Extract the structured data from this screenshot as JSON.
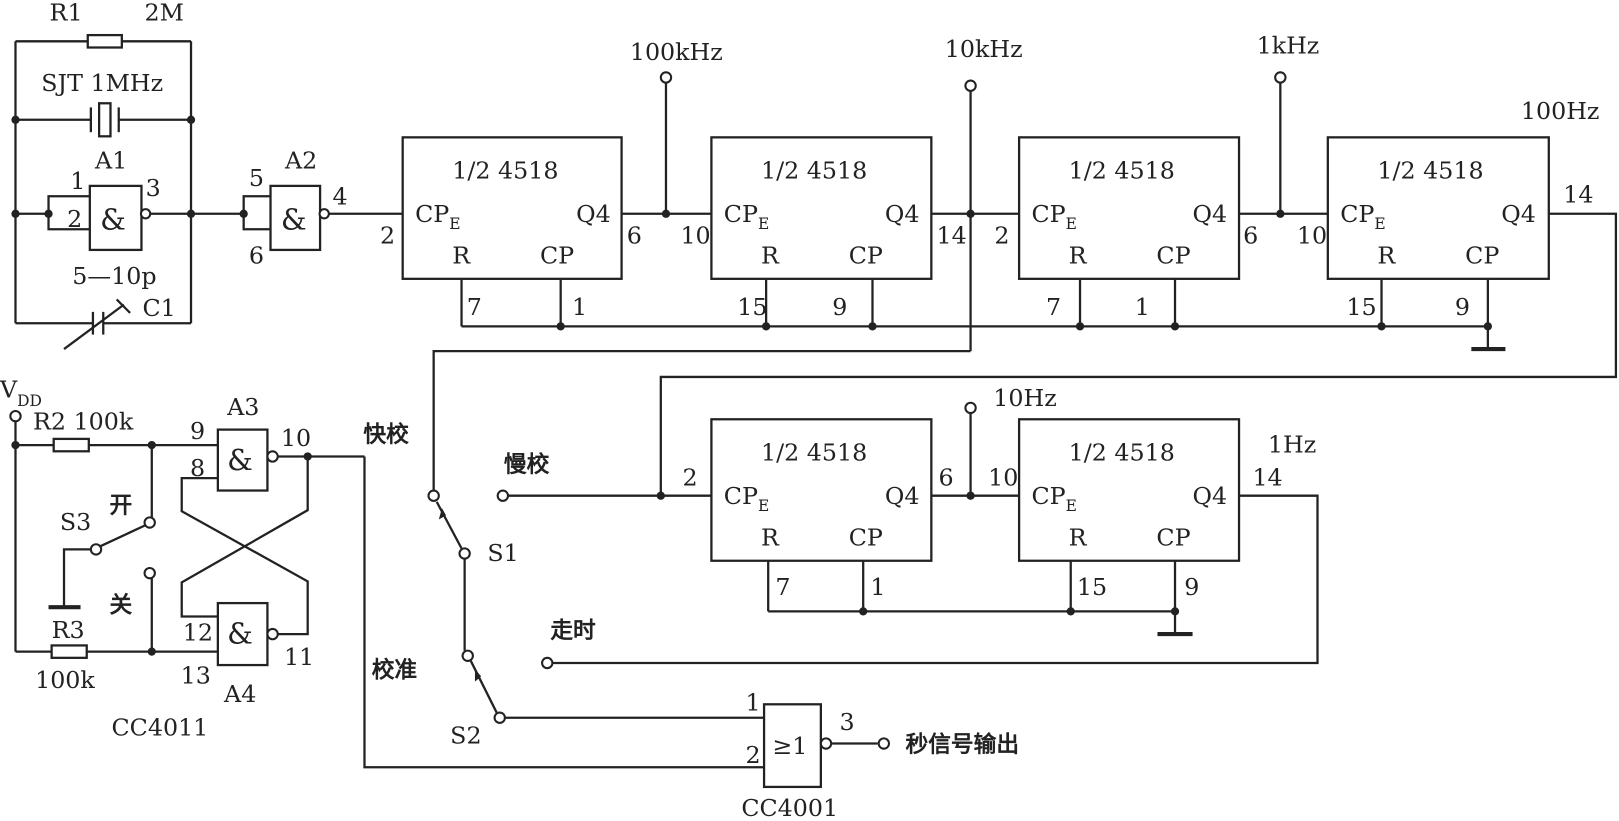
{
  "oscillator": {
    "r1": "R1",
    "r1_value": "2M",
    "crystal": "SJT 1MHz",
    "a1": "A1",
    "a1_pins": [
      "1",
      "2",
      "3"
    ],
    "gate_symbol": "&",
    "c1_value": "5—10p",
    "c1": "C1"
  },
  "a2": {
    "label": "A2",
    "pins": [
      "5",
      "6",
      "4"
    ],
    "gate_symbol": "&"
  },
  "counters": [
    {
      "title": "1/2 4518",
      "cpe": "CP",
      "cpe_sub": "E",
      "q4": "Q4",
      "r": "R",
      "cp": "CP",
      "pins": {
        "cpe": "2",
        "q4": "6",
        "r": "7",
        "cp": "1"
      }
    },
    {
      "title": "1/2 4518",
      "cpe": "CP",
      "cpe_sub": "E",
      "q4": "Q4",
      "r": "R",
      "cp": "CP",
      "pins": {
        "cpe": "10",
        "q4": "14",
        "r": "15",
        "cp": "9"
      }
    },
    {
      "title": "1/2 4518",
      "cpe": "CP",
      "cpe_sub": "E",
      "q4": "Q4",
      "r": "R",
      "cp": "CP",
      "pins": {
        "cpe": "2",
        "q4": "6",
        "r": "7",
        "cp": "1"
      }
    },
    {
      "title": "1/2 4518",
      "cpe": "CP",
      "cpe_sub": "E",
      "q4": "Q4",
      "r": "R",
      "cp": "CP",
      "pins": {
        "cpe": "10",
        "q4": "14",
        "r": "15",
        "cp": "9"
      }
    },
    {
      "title": "1/2 4518",
      "cpe": "CP",
      "cpe_sub": "E",
      "q4": "Q4",
      "r": "R",
      "cp": "CP",
      "pins": {
        "cpe": "2",
        "q4": "6",
        "r": "7",
        "cp": "1"
      }
    },
    {
      "title": "1/2 4518",
      "cpe": "CP",
      "cpe_sub": "E",
      "q4": "Q4",
      "r": "R",
      "cp": "CP",
      "pins": {
        "cpe": "10",
        "q4": "14",
        "r": "15",
        "cp": "9"
      }
    }
  ],
  "taps": {
    "f100k": "100kHz",
    "f10k": "10kHz",
    "f1k": "1kHz",
    "f100": "100Hz",
    "f10": "10Hz",
    "f1": "1Hz"
  },
  "debounce": {
    "vdd": "V",
    "vdd_sub": "DD",
    "r2": "R2 100k",
    "r3": "R3",
    "r3_value": "100k",
    "s3": "S3",
    "on": "开",
    "off": "关",
    "a3": "A3",
    "a3_pins": [
      "9",
      "8",
      "10"
    ],
    "a4": "A4",
    "a4_pins": [
      "12",
      "13",
      "11"
    ],
    "gate_symbol": "&",
    "chip": "CC4011"
  },
  "switches": {
    "fast": "快校",
    "slow": "慢校",
    "s1": "S1",
    "calibrate": "校准",
    "run": "走时",
    "s2": "S2"
  },
  "output_gate": {
    "symbol": "≥1",
    "pins": [
      "1",
      "2",
      "3"
    ],
    "output": "秒信号输出",
    "chip": "CC4001"
  }
}
